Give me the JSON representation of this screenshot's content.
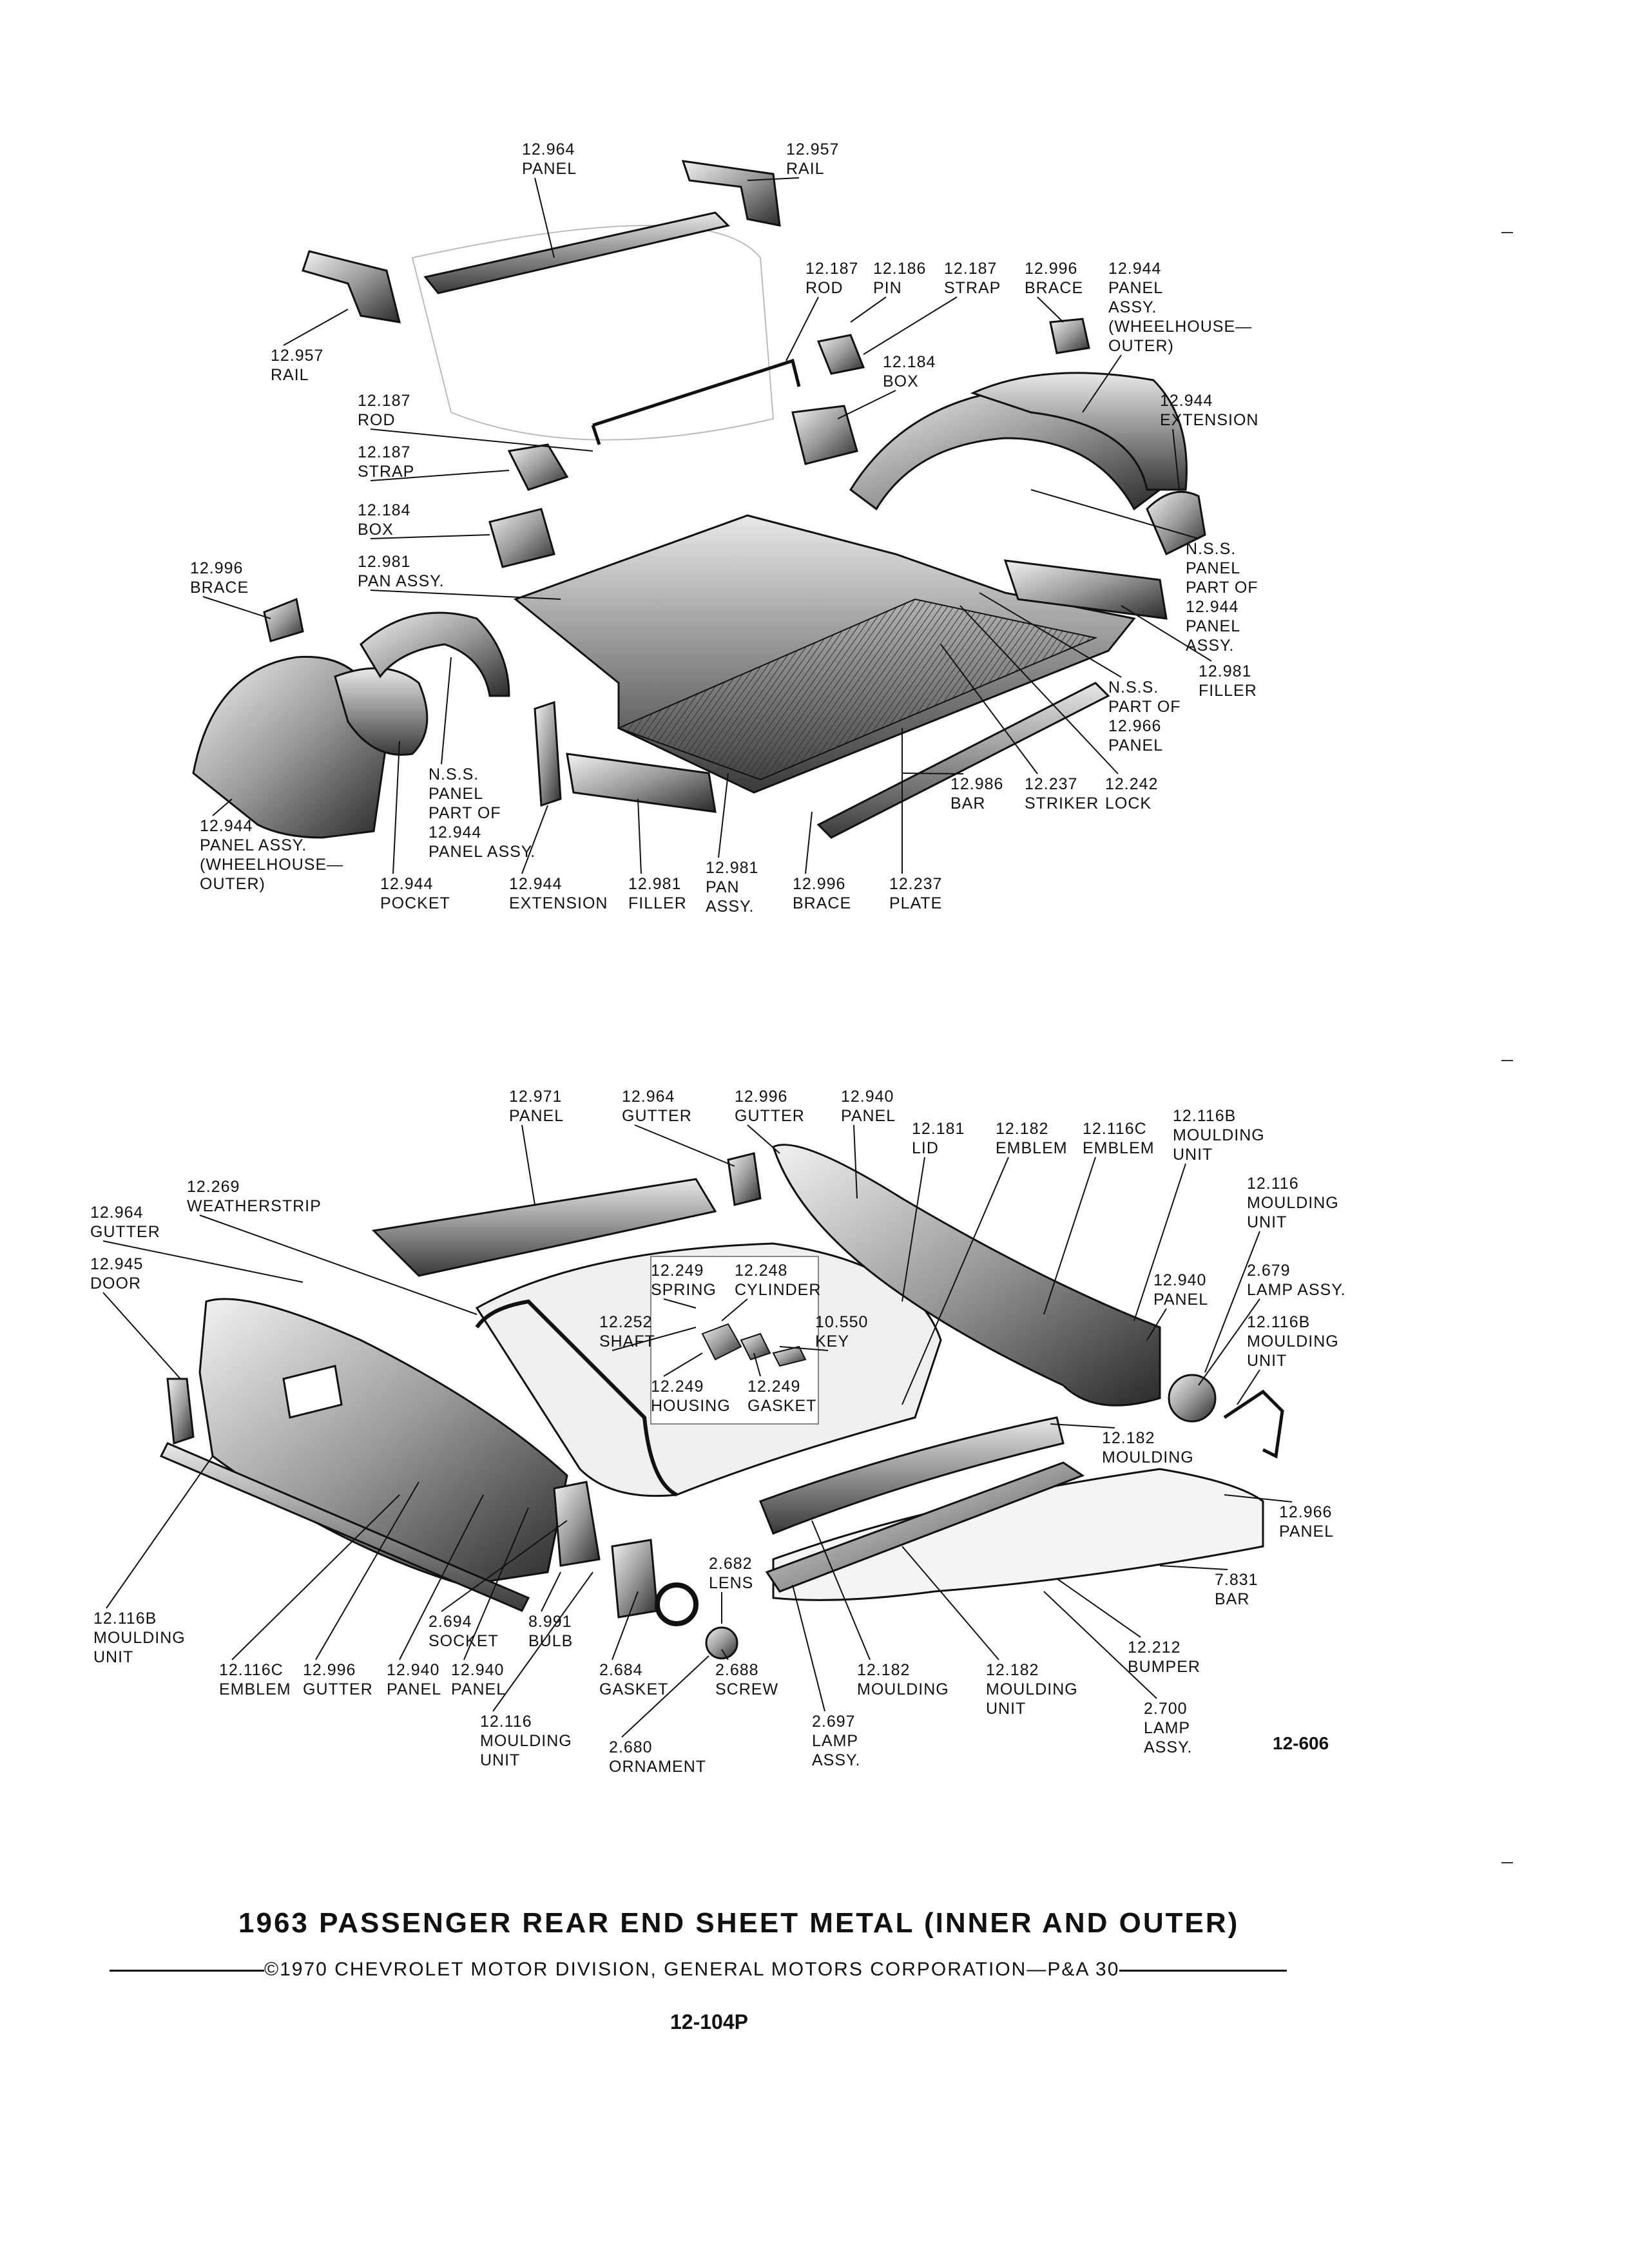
{
  "document": {
    "title": "1963 PASSENGER REAR END SHEET METAL (INNER AND OUTER)",
    "copyright": "©1970 CHEVROLET MOTOR DIVISION, GENERAL MOTORS CORPORATION—P&A 30",
    "page_number": "12-104P",
    "figure_code": "12-606"
  },
  "top_diagram": {
    "labels": [
      {
        "id": "t1",
        "lines": [
          "12.964",
          "PANEL"
        ]
      },
      {
        "id": "t2",
        "lines": [
          "12.957",
          "RAIL"
        ]
      },
      {
        "id": "t3",
        "lines": [
          "12.957",
          "RAIL"
        ]
      },
      {
        "id": "t4",
        "lines": [
          "12.187",
          "ROD"
        ]
      },
      {
        "id": "t5",
        "lines": [
          "12.186",
          "PIN"
        ]
      },
      {
        "id": "t6",
        "lines": [
          "12.187",
          "STRAP"
        ]
      },
      {
        "id": "t7",
        "lines": [
          "12.996",
          "BRACE"
        ]
      },
      {
        "id": "t8",
        "lines": [
          "12.944",
          "PANEL",
          "ASSY.",
          "(WHEELHOUSE—",
          "OUTER)"
        ]
      },
      {
        "id": "t9",
        "lines": [
          "12.184",
          "BOX"
        ]
      },
      {
        "id": "t10",
        "lines": [
          "12.187",
          "ROD"
        ]
      },
      {
        "id": "t11",
        "lines": [
          "12.187",
          "STRAP"
        ]
      },
      {
        "id": "t12",
        "lines": [
          "12.944",
          "EXTENSION"
        ]
      },
      {
        "id": "t13",
        "lines": [
          "12.184",
          "BOX"
        ]
      },
      {
        "id": "t14",
        "lines": [
          "12.981",
          "PAN ASSY."
        ]
      },
      {
        "id": "t15",
        "lines": [
          "12.996",
          "BRACE"
        ]
      },
      {
        "id": "t16",
        "lines": [
          "N.S.S.",
          "PANEL",
          "PART OF",
          "12.944",
          "PANEL",
          "ASSY."
        ]
      },
      {
        "id": "t17",
        "lines": [
          "12.981",
          "FILLER"
        ]
      },
      {
        "id": "t18",
        "lines": [
          "N.S.S.",
          "PART OF",
          "12.966",
          "PANEL"
        ]
      },
      {
        "id": "t19",
        "lines": [
          "12.986",
          "BAR"
        ]
      },
      {
        "id": "t20",
        "lines": [
          "12.237",
          "STRIKER"
        ]
      },
      {
        "id": "t21",
        "lines": [
          "12.242",
          "LOCK"
        ]
      },
      {
        "id": "t22",
        "lines": [
          "N.S.S.",
          "PANEL",
          "PART OF",
          "12.944",
          "PANEL ASSY."
        ]
      },
      {
        "id": "t23",
        "lines": [
          "12.944",
          "PANEL ASSY.",
          "(WHEELHOUSE—",
          "OUTER)"
        ]
      },
      {
        "id": "t24",
        "lines": [
          "12.944",
          "POCKET"
        ]
      },
      {
        "id": "t25",
        "lines": [
          "12.944",
          "EXTENSION"
        ]
      },
      {
        "id": "t26",
        "lines": [
          "12.981",
          "FILLER"
        ]
      },
      {
        "id": "t27",
        "lines": [
          "12.981",
          "PAN",
          "ASSY."
        ]
      },
      {
        "id": "t28",
        "lines": [
          "12.996",
          "BRACE"
        ]
      },
      {
        "id": "t29",
        "lines": [
          "12.237",
          "PLATE"
        ]
      }
    ]
  },
  "bottom_diagram": {
    "labels": [
      {
        "id": "b1",
        "lines": [
          "12.971",
          "PANEL"
        ]
      },
      {
        "id": "b2",
        "lines": [
          "12.964",
          "GUTTER"
        ]
      },
      {
        "id": "b3",
        "lines": [
          "12.996",
          "GUTTER"
        ]
      },
      {
        "id": "b4",
        "lines": [
          "12.940",
          "PANEL"
        ]
      },
      {
        "id": "b5",
        "lines": [
          "12.181",
          "LID"
        ]
      },
      {
        "id": "b6",
        "lines": [
          "12.182",
          "EMBLEM"
        ]
      },
      {
        "id": "b7",
        "lines": [
          "12.116C",
          "EMBLEM"
        ]
      },
      {
        "id": "b8",
        "lines": [
          "12.116B",
          "MOULDING",
          "UNIT"
        ]
      },
      {
        "id": "b9",
        "lines": [
          "12.269",
          "WEATHERSTRIP"
        ]
      },
      {
        "id": "b10",
        "lines": [
          "12.964",
          "GUTTER"
        ]
      },
      {
        "id": "b11",
        "lines": [
          "12.945",
          "DOOR"
        ]
      },
      {
        "id": "b12",
        "lines": [
          "12.116",
          "MOULDING",
          "UNIT"
        ]
      },
      {
        "id": "b13",
        "lines": [
          "2.679",
          "LAMP ASSY."
        ]
      },
      {
        "id": "b14",
        "lines": [
          "12.940",
          "PANEL"
        ]
      },
      {
        "id": "b15",
        "lines": [
          "12.116B",
          "MOULDING",
          "UNIT"
        ]
      },
      {
        "id": "b16",
        "lines": [
          "12.249",
          "SPRING"
        ]
      },
      {
        "id": "b17",
        "lines": [
          "12.248",
          "CYLINDER"
        ]
      },
      {
        "id": "b18",
        "lines": [
          "12.252",
          "SHAFT"
        ]
      },
      {
        "id": "b19",
        "lines": [
          "10.550",
          "KEY"
        ]
      },
      {
        "id": "b20",
        "lines": [
          "12.249",
          "HOUSING"
        ]
      },
      {
        "id": "b21",
        "lines": [
          "12.249",
          "GASKET"
        ]
      },
      {
        "id": "b22",
        "lines": [
          "12.182",
          "MOULDING"
        ]
      },
      {
        "id": "b23",
        "lines": [
          "12.966",
          "PANEL"
        ]
      },
      {
        "id": "b24",
        "lines": [
          "7.831",
          "BAR"
        ]
      },
      {
        "id": "b25",
        "lines": [
          "12.212",
          "BUMPER"
        ]
      },
      {
        "id": "b26",
        "lines": [
          "2.682",
          "LENS"
        ]
      },
      {
        "id": "b27",
        "lines": [
          "12.116B",
          "MOULDING",
          "UNIT"
        ]
      },
      {
        "id": "b28",
        "lines": [
          "2.694",
          "SOCKET"
        ]
      },
      {
        "id": "b29",
        "lines": [
          "8.991",
          "BULB"
        ]
      },
      {
        "id": "b30",
        "lines": [
          "12.116C",
          "EMBLEM"
        ]
      },
      {
        "id": "b31",
        "lines": [
          "12.996",
          "GUTTER"
        ]
      },
      {
        "id": "b32",
        "lines": [
          "12.940",
          "PANEL"
        ]
      },
      {
        "id": "b33",
        "lines": [
          "12.940",
          "PANEL"
        ]
      },
      {
        "id": "b34",
        "lines": [
          "2.684",
          "GASKET"
        ]
      },
      {
        "id": "b35",
        "lines": [
          "2.688",
          "SCREW"
        ]
      },
      {
        "id": "b36",
        "lines": [
          "12.182",
          "MOULDING"
        ]
      },
      {
        "id": "b37",
        "lines": [
          "12.182",
          "MOULDING",
          "UNIT"
        ]
      },
      {
        "id": "b38",
        "lines": [
          "2.700",
          "LAMP",
          "ASSY."
        ]
      },
      {
        "id": "b39",
        "lines": [
          "12.116",
          "MOULDING",
          "UNIT"
        ]
      },
      {
        "id": "b40",
        "lines": [
          "2.680",
          "ORNAMENT"
        ]
      },
      {
        "id": "b41",
        "lines": [
          "2.697",
          "LAMP",
          "ASSY."
        ]
      }
    ]
  }
}
